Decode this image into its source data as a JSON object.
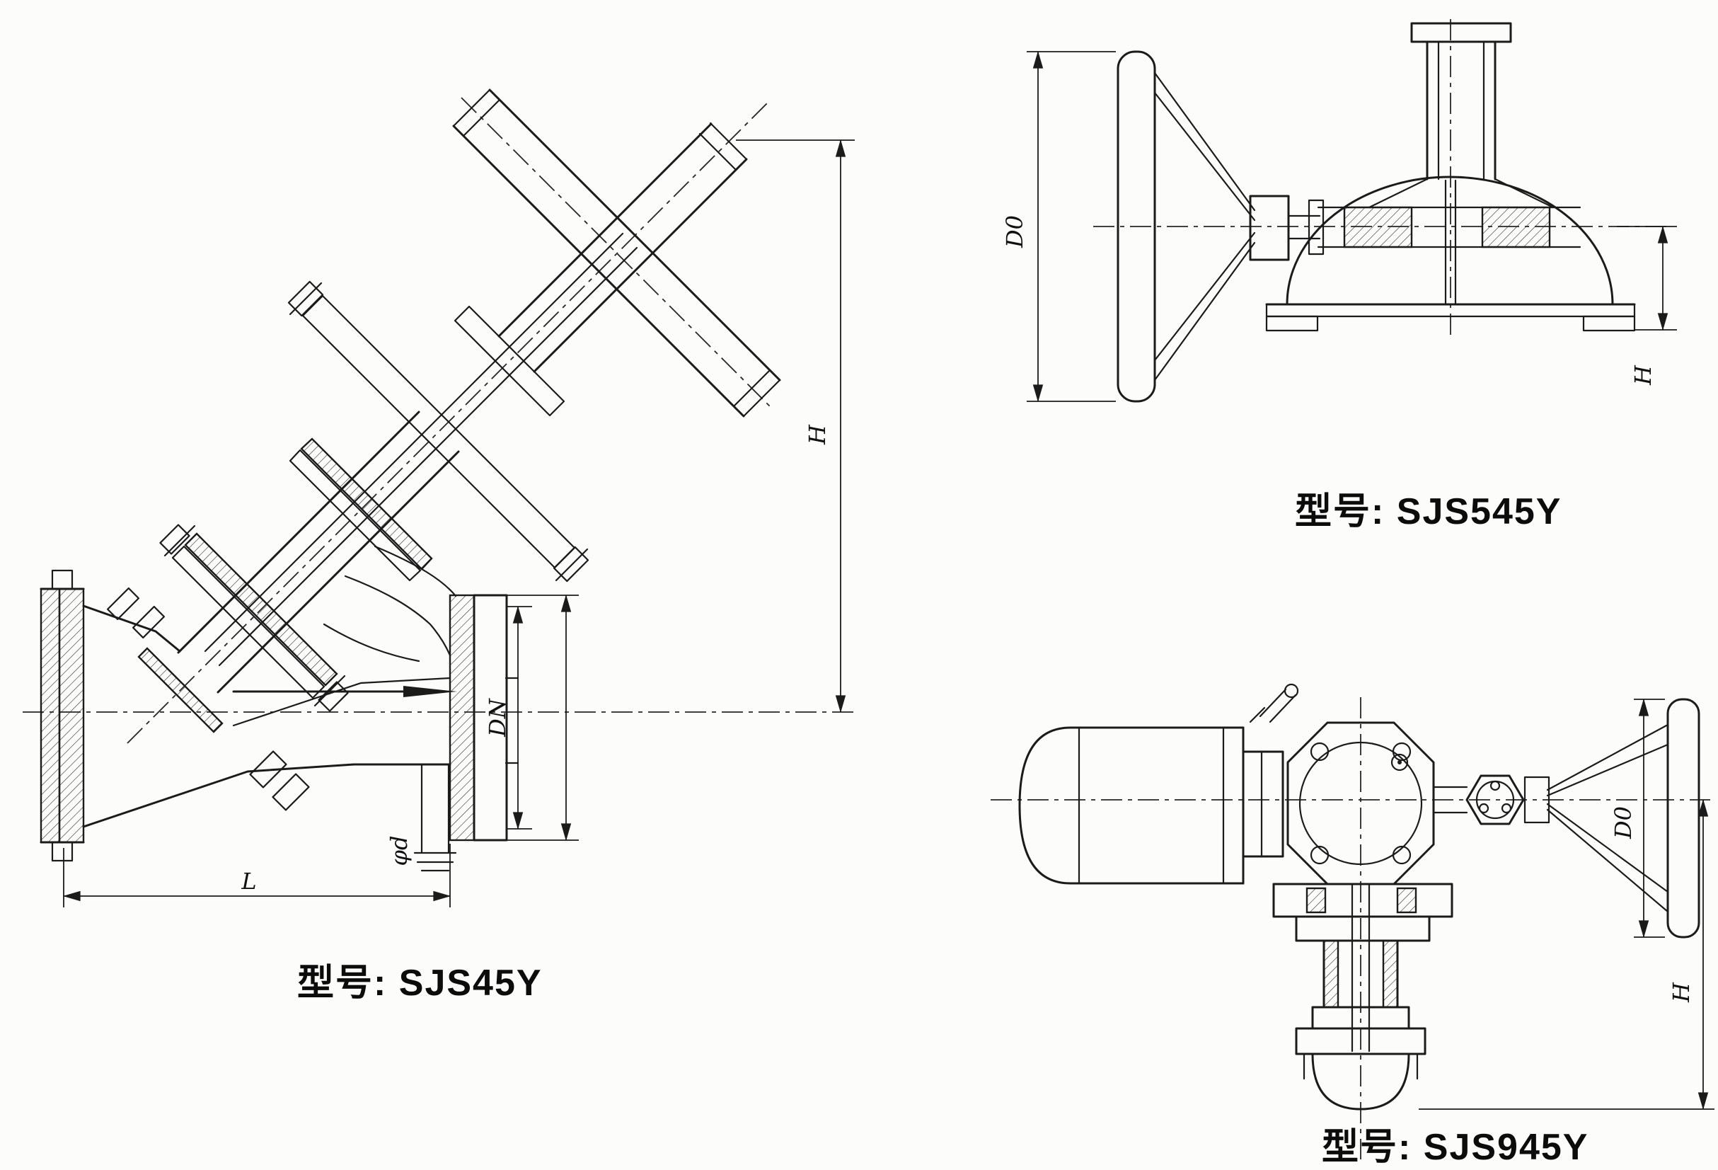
{
  "page": {
    "background": "#fcfcfa",
    "ink": "#1b1b1b"
  },
  "figures": {
    "sjs45y": {
      "model_label": "型号: SJS45Y",
      "dims": {
        "height": "H",
        "port": "DN",
        "length": "L",
        "drain": "φd"
      }
    },
    "sjs545y": {
      "model_label": "型号: SJS545Y",
      "dims": {
        "wheel_diameter": "D0",
        "height": "H"
      }
    },
    "sjs945y": {
      "model_label": "型号: SJS945Y",
      "dims": {
        "wheel_diameter": "D0",
        "height": "H"
      }
    }
  }
}
